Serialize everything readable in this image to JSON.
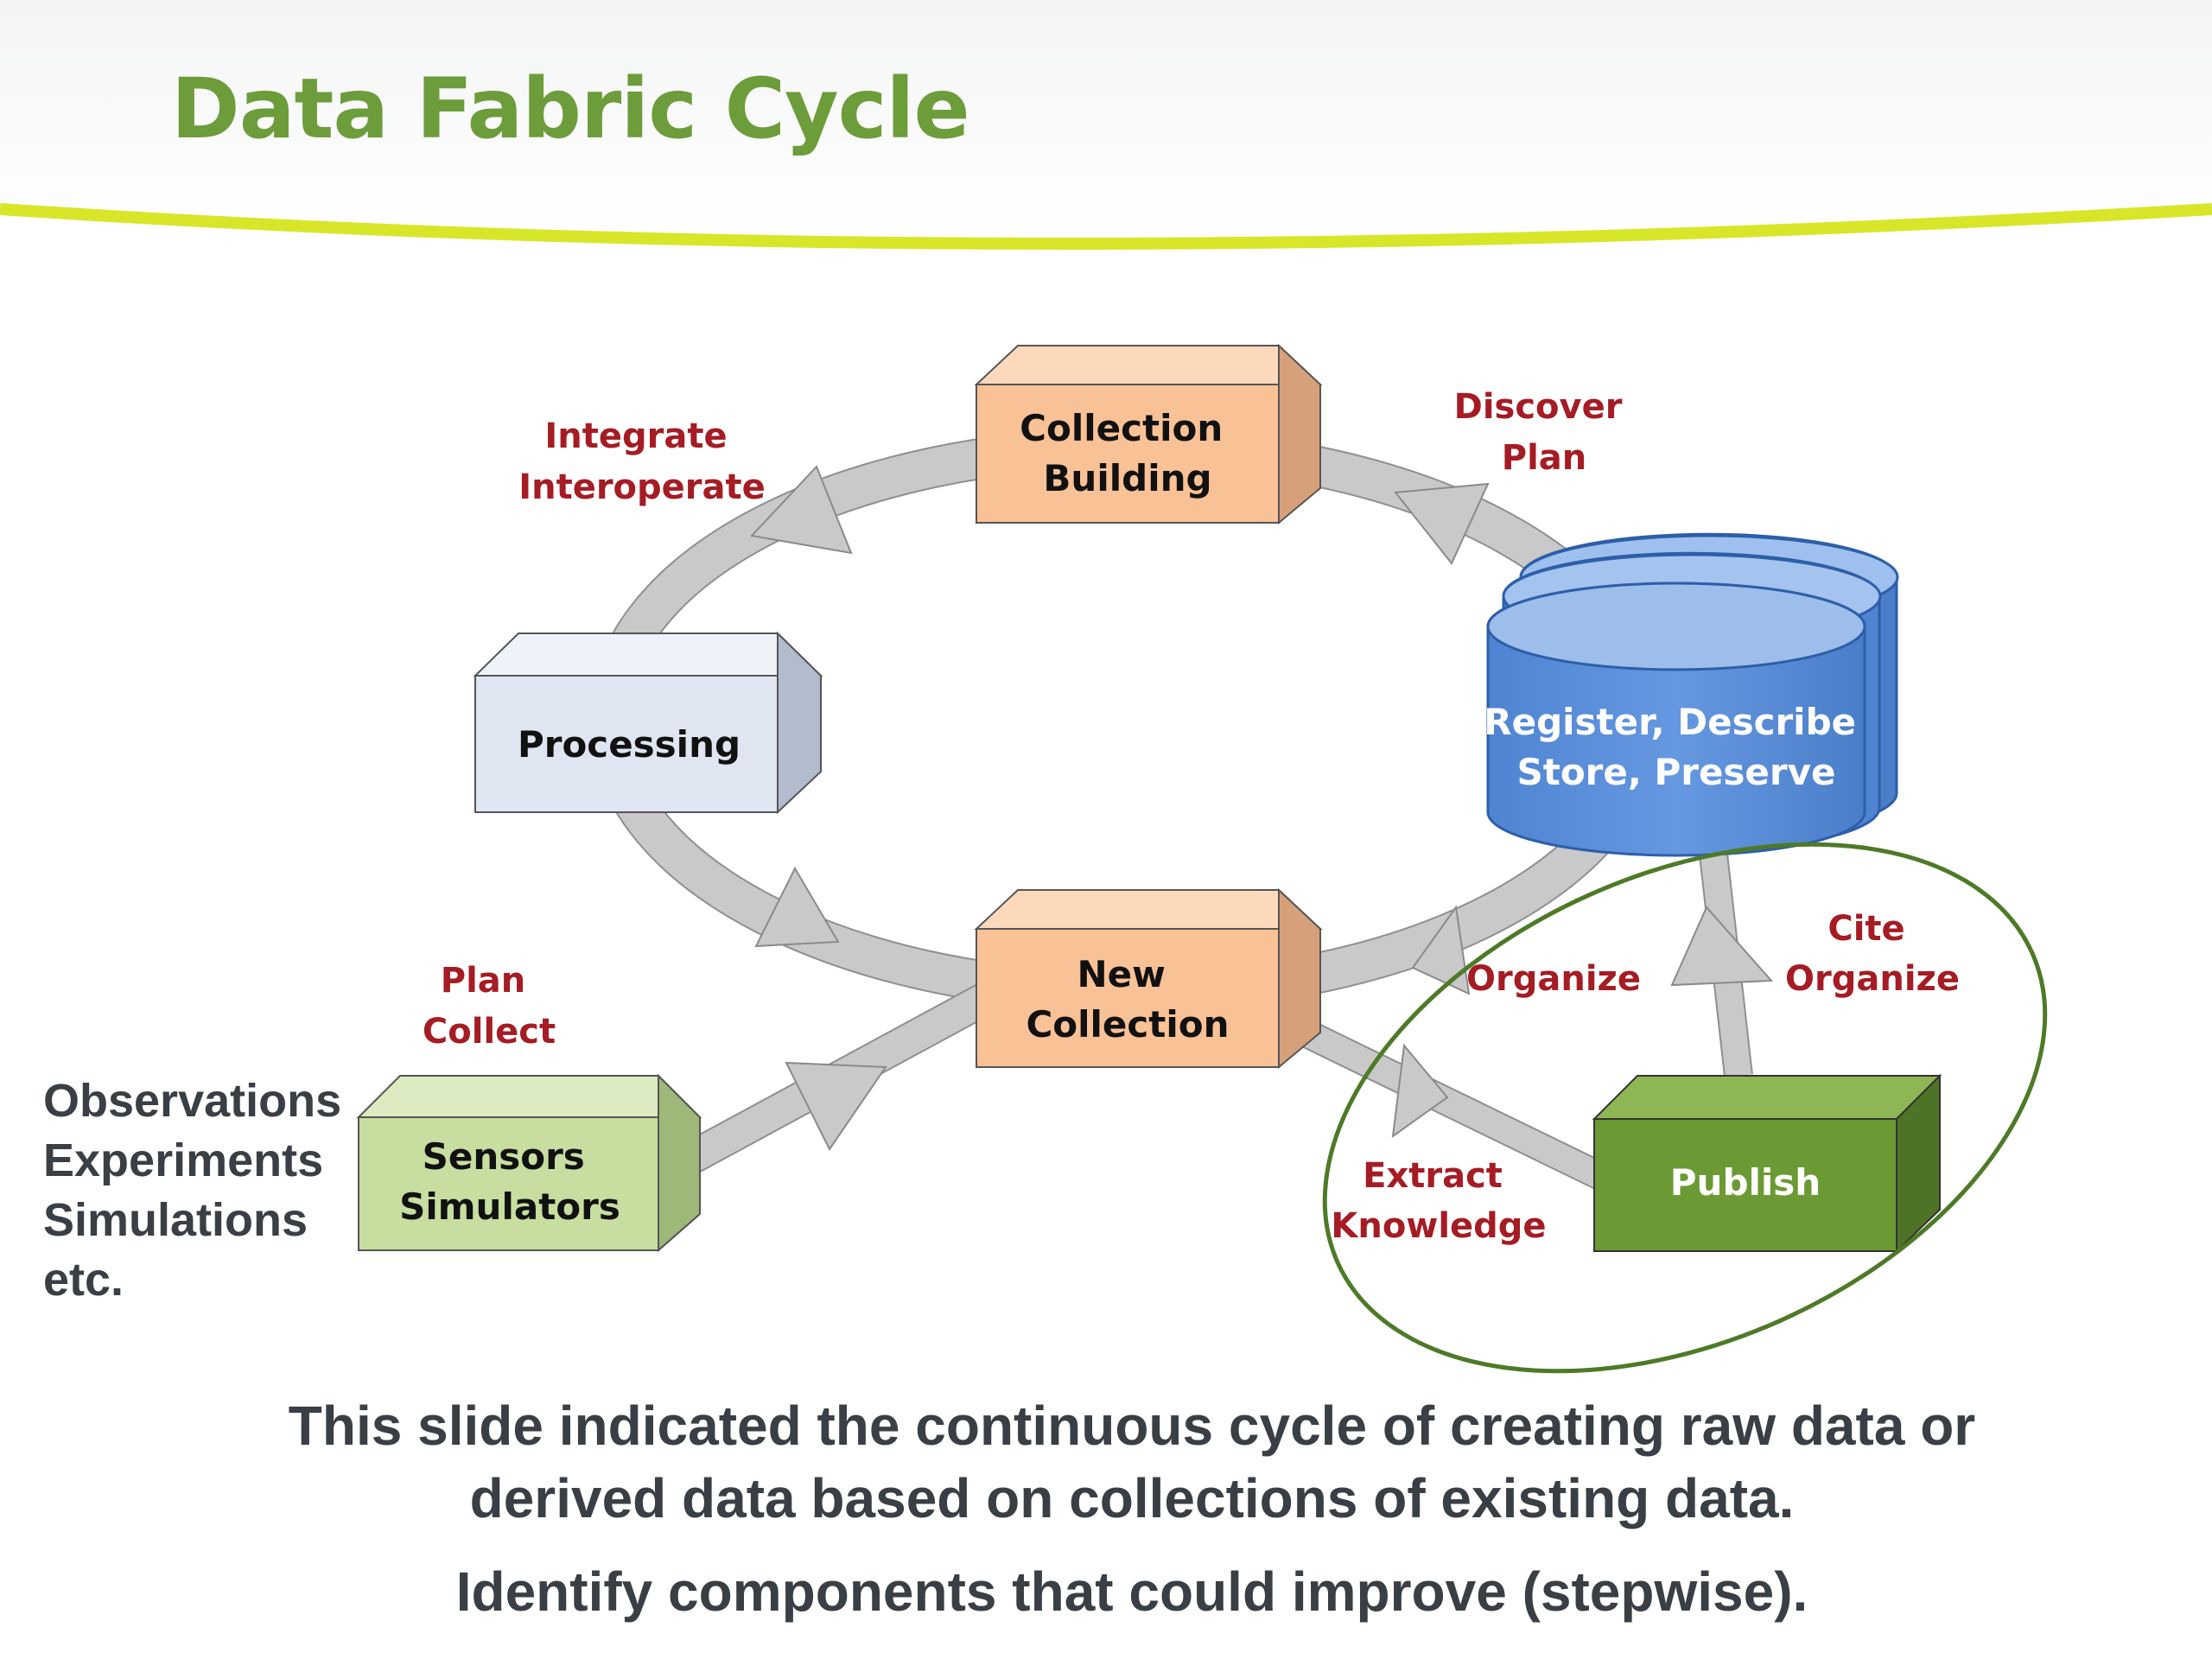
{
  "slide": {
    "title": "Data Fabric Cycle"
  },
  "nodes": {
    "collection_building": [
      "Collection",
      "Building"
    ],
    "processing": [
      "Processing"
    ],
    "register": [
      "Register, Describe",
      "Store, Preserve"
    ],
    "new_collection": [
      "New",
      "Collection"
    ],
    "sensors": [
      "Sensors",
      "Simulators"
    ],
    "publish": [
      "Publish"
    ]
  },
  "verbs": {
    "integrate": [
      "Integrate",
      "Interoperate"
    ],
    "discover": [
      "Discover",
      "Plan"
    ],
    "plan_collect": [
      "Plan",
      "Collect"
    ],
    "organize": [
      "Organize"
    ],
    "cite": [
      "Cite",
      "Organize"
    ],
    "extract": [
      "Extract",
      "Knowledge"
    ]
  },
  "sources": [
    "Observations",
    "Experiments",
    "Simulations",
    "etc."
  ],
  "caption": {
    "line1": "This slide indicated the continuous cycle of creating raw data or",
    "line2": "derived data based on collections of existing data.",
    "line3": "Identify components that could improve (stepwise)."
  },
  "colors": {
    "title": "#6d9c3b",
    "accent_line": "#d8e62a",
    "verb_text": "#a51c24",
    "arrow_fill": "#c8c8c8",
    "orange_box": "#f9c196",
    "processing_box": "#dfe6f2",
    "sensors_box": "#c7dea0",
    "publish_box": "#6b9a34",
    "register_cylinder": "#5b8fd9",
    "highlight_ellipse": "#4e7a28"
  }
}
